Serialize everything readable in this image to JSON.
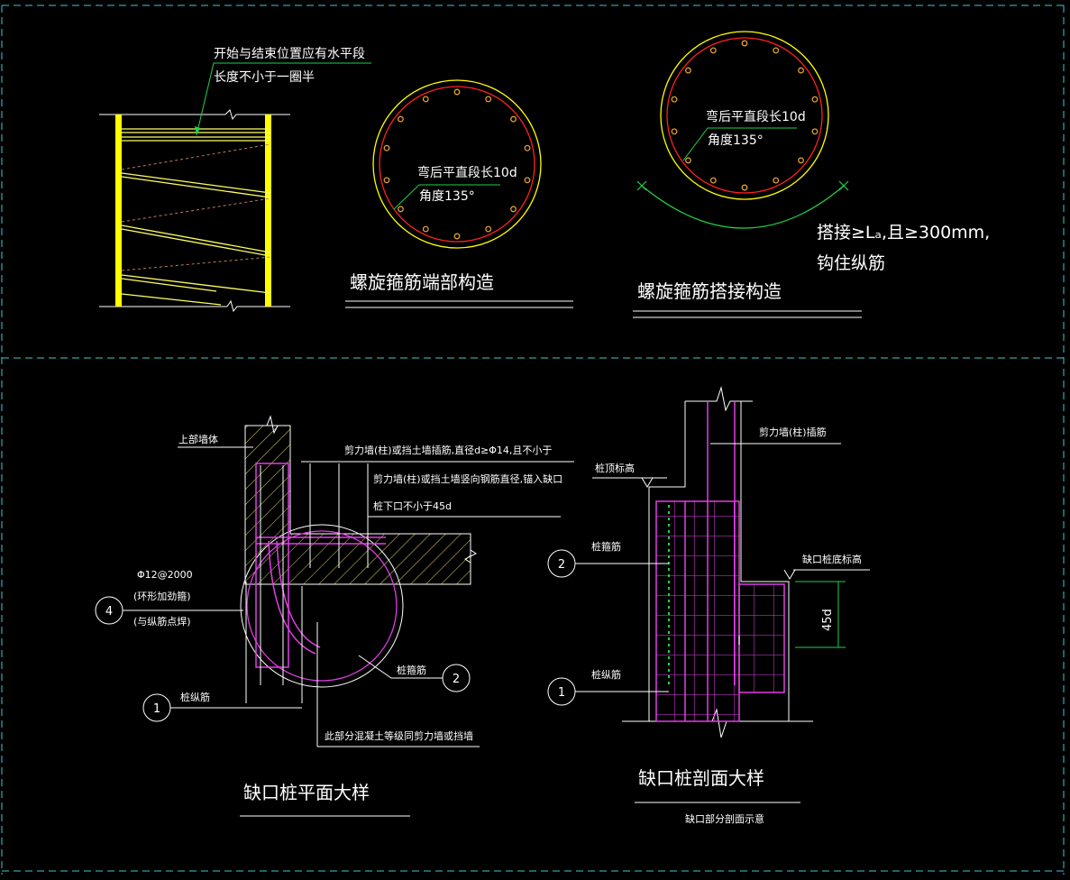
{
  "colors": {
    "background": "#000000",
    "line": "#ffffff",
    "divider": "#3fc9d0",
    "yellow": "#ffff00",
    "magenta": "#e23ee8",
    "red": "#ff2020",
    "green": "#21d24a",
    "orange": "#e0a030"
  },
  "spiral_detail": {
    "note_line1": "开始与结束位置应有水平段",
    "note_line2": "长度不小于一圈半"
  },
  "end_detail": {
    "title": "螺旋箍筋端部构造",
    "note_line1": "弯后平直段长10d",
    "note_line2": "角度135°"
  },
  "lap_detail": {
    "title": "螺旋箍筋搭接构造",
    "note_line1": "弯后平直段长10d",
    "note_line2": "角度135°",
    "lap_line1": "搭接≥Lₐ,且≥300mm,",
    "lap_line2": "钩住纵筋"
  },
  "plan_detail": {
    "title": "缺口桩平面大样",
    "upper_wall": "上部墙体",
    "note1": "剪力墙(柱)或挡土墙插筋,直径d≥Φ14,且不小于",
    "note2_line1": "剪力墙(柱)或挡土墙竖向钢筋直径,锚入缺口",
    "note2_line2": "桩下口不小于45d",
    "ring_rebar_line1": "Φ12@2000",
    "ring_rebar_line2": "(环形加劲箍)",
    "ring_rebar_line3": "(与纵筋点焊)",
    "callout_4": "4",
    "stirrup_label": "桩箍筋",
    "callout_2": "2",
    "long_rebar_label": "桩纵筋",
    "callout_1": "1",
    "concrete_note": "此部分混凝土等级同剪力墙或挡墙"
  },
  "section_detail": {
    "title": "缺口桩剖面大样",
    "subtitle": "缺口部分剖面示意",
    "wall_rebar": "剪力墙(柱)插筋",
    "pile_top": "桩顶标高",
    "notch_bottom": "缺口桩底标高",
    "stirrup_label": "桩箍筋",
    "long_rebar_label": "桩纵筋",
    "callout_2": "2",
    "callout_1": "1",
    "dim_45d": "45d"
  }
}
